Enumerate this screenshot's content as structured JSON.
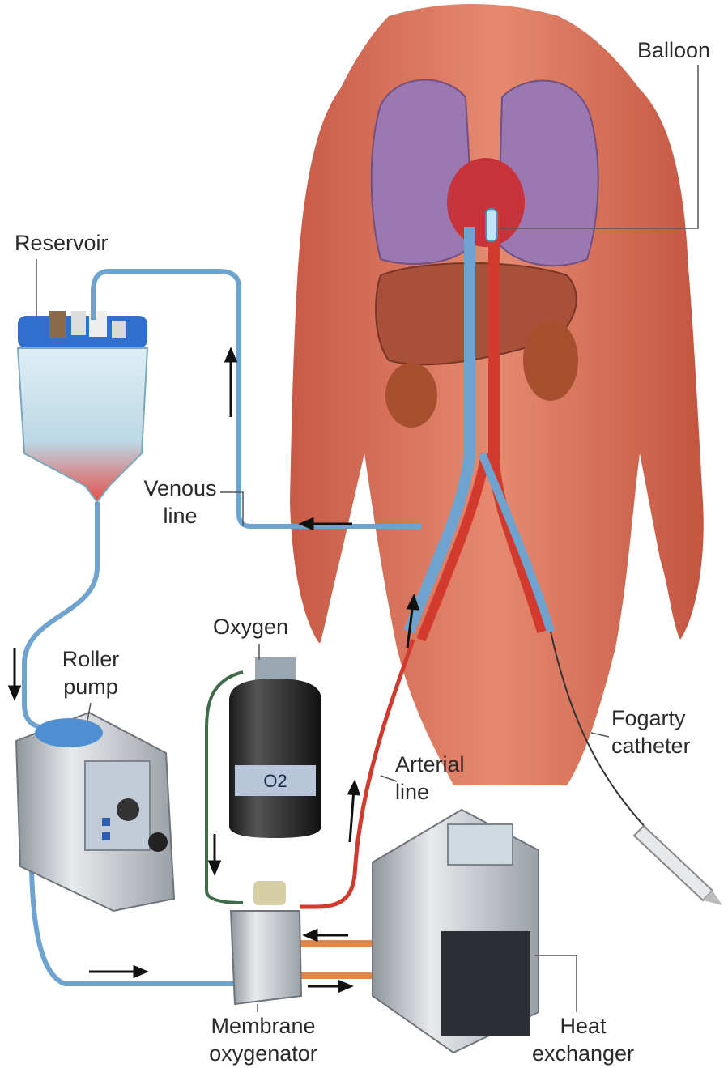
{
  "labels": {
    "balloon": "Balloon",
    "reservoir": "Reservoir",
    "venous_line": [
      "Venous",
      "line"
    ],
    "oxygen": "Oxygen",
    "roller_pump": [
      "Roller",
      "pump"
    ],
    "fogarty_catheter": [
      "Fogarty",
      "catheter"
    ],
    "arterial_line": [
      "Arterial",
      "line"
    ],
    "membrane_oxygenator": [
      "Membrane",
      "oxygenator"
    ],
    "heat_exchanger": [
      "Heat",
      "exchanger"
    ]
  },
  "tank_marking": "O2",
  "colors": {
    "skin": "#d9725c",
    "lung": "#9b79b0",
    "venous": "#6fa3cf",
    "arterial": "#d23a2e",
    "heat_tube": "#e0874a",
    "machine": "#c9cdd2"
  }
}
